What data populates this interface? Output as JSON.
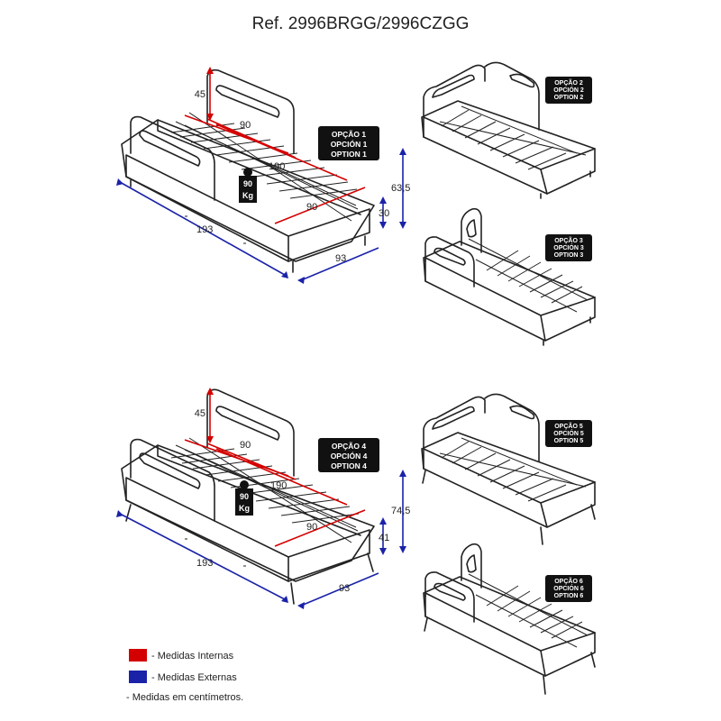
{
  "title": "Ref. 2996BRGG/2996CZGG",
  "options": {
    "opt1": [
      "OPÇÃO 1",
      "OPCIÓN 1",
      "OPTION 1"
    ],
    "opt2": [
      "OPÇÃO 2",
      "OPCIÓN 2",
      "OPTION 2"
    ],
    "opt3": [
      "OPÇÃO 3",
      "OPCIÓN 3",
      "OPTION 3"
    ],
    "opt4": [
      "OPÇÃO 4",
      "OPCIÓN 4",
      "OPTION 4"
    ],
    "opt5": [
      "OPÇÃO 5",
      "OPCIÓN 5",
      "OPTION 5"
    ],
    "opt6": [
      "OPÇÃO 6",
      "OPCIÓN 6",
      "OPTION 6"
    ]
  },
  "top_dims": {
    "guard_h": "45",
    "inner_w": "90",
    "inner_len": "190",
    "inner_w2": "90",
    "total_h": "63,5",
    "bed_h": "30",
    "ext_len": "193",
    "ext_w": "93",
    "weight_num": "90",
    "weight_unit": "Kg"
  },
  "bottom_dims": {
    "guard_h": "45",
    "inner_w": "90",
    "inner_len": "190",
    "inner_w2": "90",
    "total_h": "74,5",
    "bed_h": "41",
    "ext_len": "193",
    "ext_w": "93",
    "weight_num": "90",
    "weight_unit": "Kg"
  },
  "legend": {
    "internal": "- Medidas Internas",
    "external": "- Medidas Externas",
    "note": "- Medidas em centímetros.",
    "internal_color": "#d40000",
    "external_color": "#1a22a8"
  }
}
